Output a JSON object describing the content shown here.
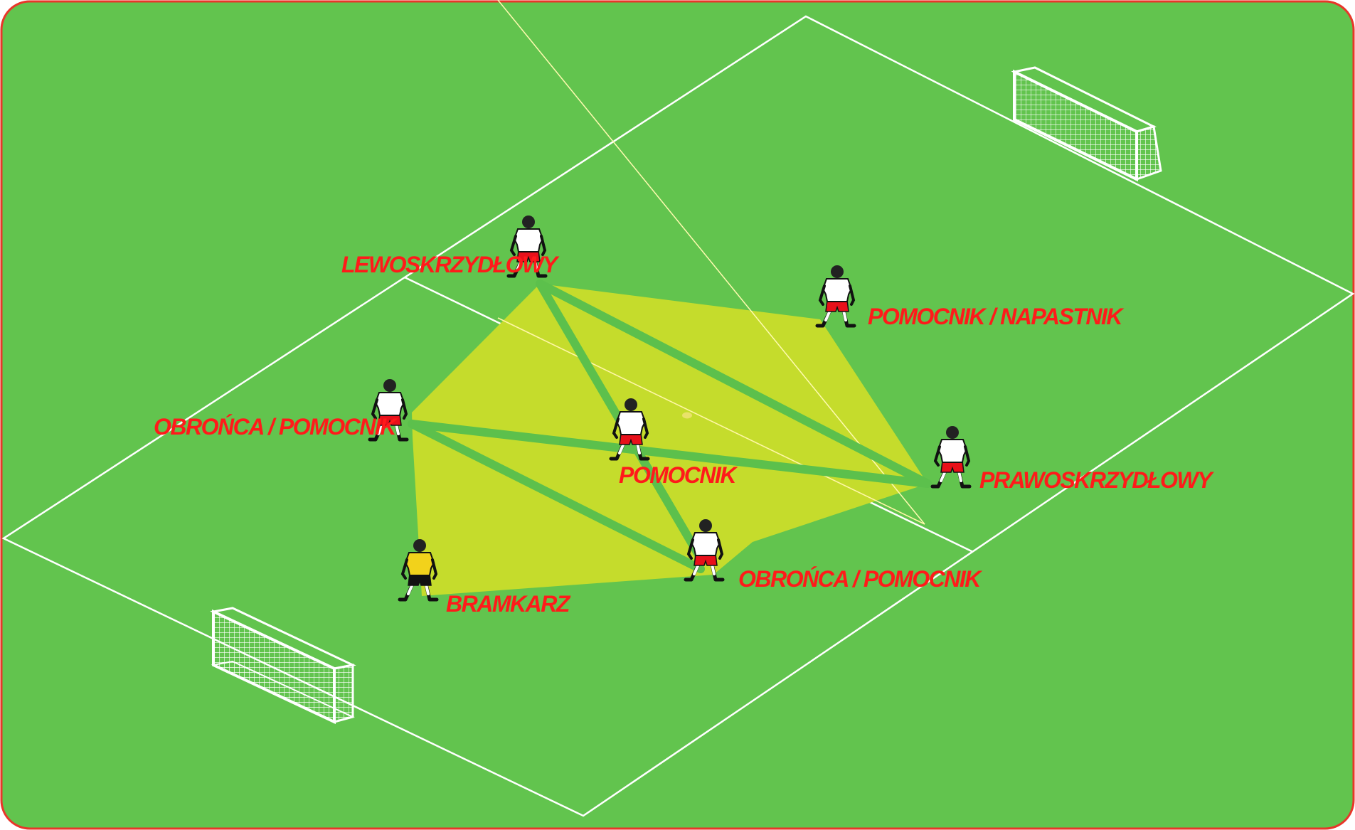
{
  "colors": {
    "pitch": "#62c44e",
    "border": "#e8362a",
    "lines": "#ffffff",
    "zone": "#c5dc2c",
    "passing_lane": "#5cc04c",
    "label": "#ff1a1a",
    "outfield_shirt": "#ffffff",
    "outfield_shorts": "#e8101a",
    "goalkeeper_shirt": "#f2d21b"
  },
  "players": [
    {
      "id": "lw",
      "label": "LEWOSKRZYDŁOWY",
      "role": "outfield"
    },
    {
      "id": "mf",
      "label": "POMOCNIK / NAPASTNIK",
      "role": "outfield"
    },
    {
      "id": "ldm",
      "label": "OBROŃCA / POMOCNIK",
      "role": "outfield"
    },
    {
      "id": "cm",
      "label": "POMOCNIK",
      "role": "outfield"
    },
    {
      "id": "rw",
      "label": "PRAWOSKRZYDŁOWY",
      "role": "outfield"
    },
    {
      "id": "gk",
      "label": "BRAMKARZ",
      "role": "goalkeeper"
    },
    {
      "id": "rdm",
      "label": "OBROŃCA / POMOCNIK",
      "role": "outfield"
    }
  ],
  "icons": {
    "goal_left": "goal-icon",
    "goal_right": "goal-icon",
    "player": "player-icon",
    "ball": "ball-icon"
  }
}
